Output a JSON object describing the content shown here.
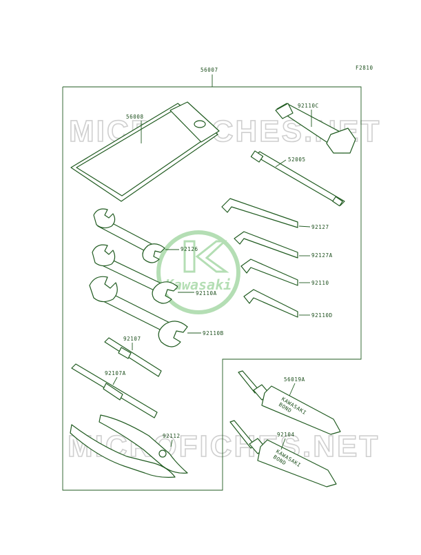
{
  "figure_code": "F2810",
  "watermark": {
    "top": "MICROFICHES.NET",
    "bottom": "MICROFICHES.NET",
    "logo": "Kawasaki"
  },
  "labels": {
    "kit": "56007",
    "pouch": "56008",
    "plug_wrench": "92110C",
    "handle": "52005",
    "hex_1": "92127",
    "hex_2": "92127A",
    "hex_3": "92110",
    "hex_4": "92110D",
    "wrench_1": "92126",
    "wrench_2": "92110A",
    "wrench_3": "92110B",
    "driver_1": "92107",
    "driver_2": "92107A",
    "pliers": "92112",
    "bond_1": "56019A",
    "bond_2": "92104"
  },
  "tube_text": {
    "top": "KAWASAKI",
    "bottom": "BOND"
  },
  "colors": {
    "line": "#1f5a1f",
    "text": "#1a4d1a",
    "watermark": "#cfcfcf",
    "logo": "#a8d9a8"
  }
}
